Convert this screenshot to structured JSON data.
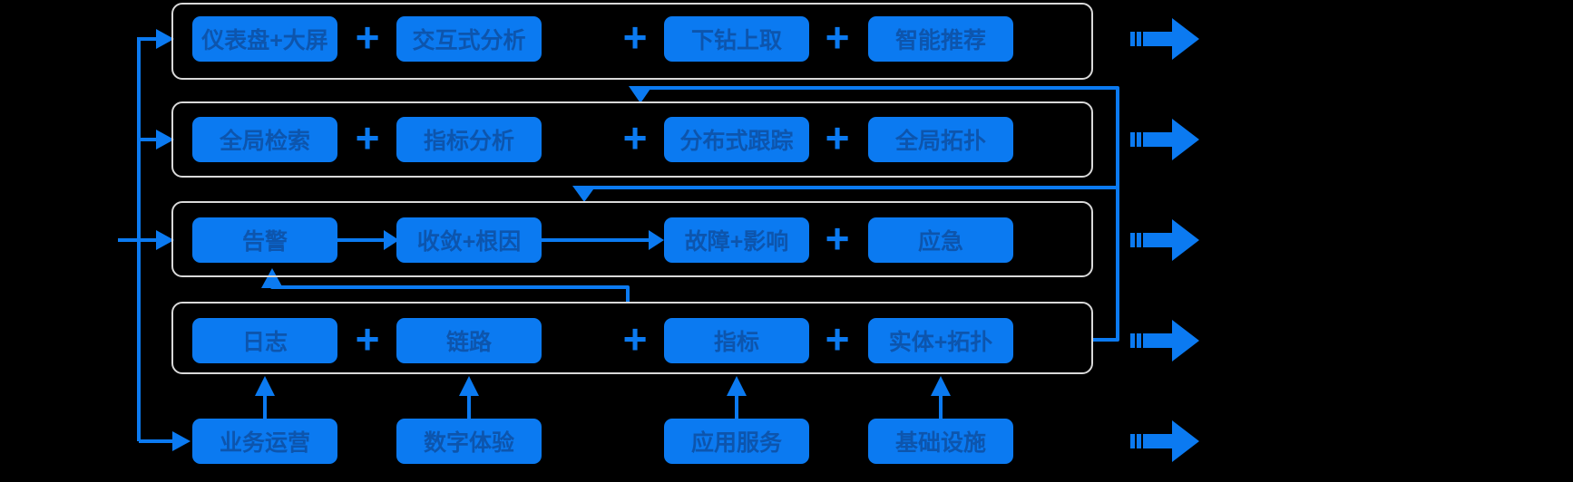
{
  "diagram": {
    "colors": {
      "background": "#000000",
      "accent_blue": "#0b7af1",
      "node_fill": "#0b7af1",
      "node_text": "#0d55ad",
      "group_border": "#d9d9d9"
    },
    "plus_sign": "+",
    "icons": {
      "flow_arrow": "right-arrow-icon",
      "connector_head": "triangle-arrowhead-icon"
    },
    "rows": [
      {
        "id": "presentation",
        "grouped": true,
        "boxes": [
          "仪表盘+大屏",
          "交互式分析",
          "下钻上取",
          "智能推荐"
        ],
        "separators": [
          "plus",
          "plus",
          "plus"
        ],
        "left_entry": true,
        "right_exit_arrow": true
      },
      {
        "id": "analysis",
        "grouped": true,
        "boxes": [
          "全局检索",
          "指标分析",
          "分布式跟踪",
          "全局拓扑"
        ],
        "separators": [
          "plus",
          "plus",
          "plus"
        ],
        "left_entry": true,
        "right_exit_arrow": true
      },
      {
        "id": "alerting",
        "grouped": true,
        "boxes": [
          "告警",
          "收敛+根因",
          "故障+影响",
          "应急"
        ],
        "separators": [
          "arrow",
          "arrow",
          "plus"
        ],
        "left_entry": true,
        "right_exit_arrow": true
      },
      {
        "id": "data",
        "grouped": true,
        "boxes": [
          "日志",
          "链路",
          "指标",
          "实体+拓扑"
        ],
        "separators": [
          "plus",
          "plus",
          "plus"
        ],
        "left_entry": false,
        "right_exit_arrow": true
      },
      {
        "id": "sources",
        "grouped": false,
        "boxes": [
          "业务运营",
          "数字体验",
          "应用服务",
          "基础设施"
        ],
        "separators": [
          "none",
          "none",
          "none"
        ],
        "left_entry": true,
        "right_exit_arrow": true
      }
    ]
  }
}
